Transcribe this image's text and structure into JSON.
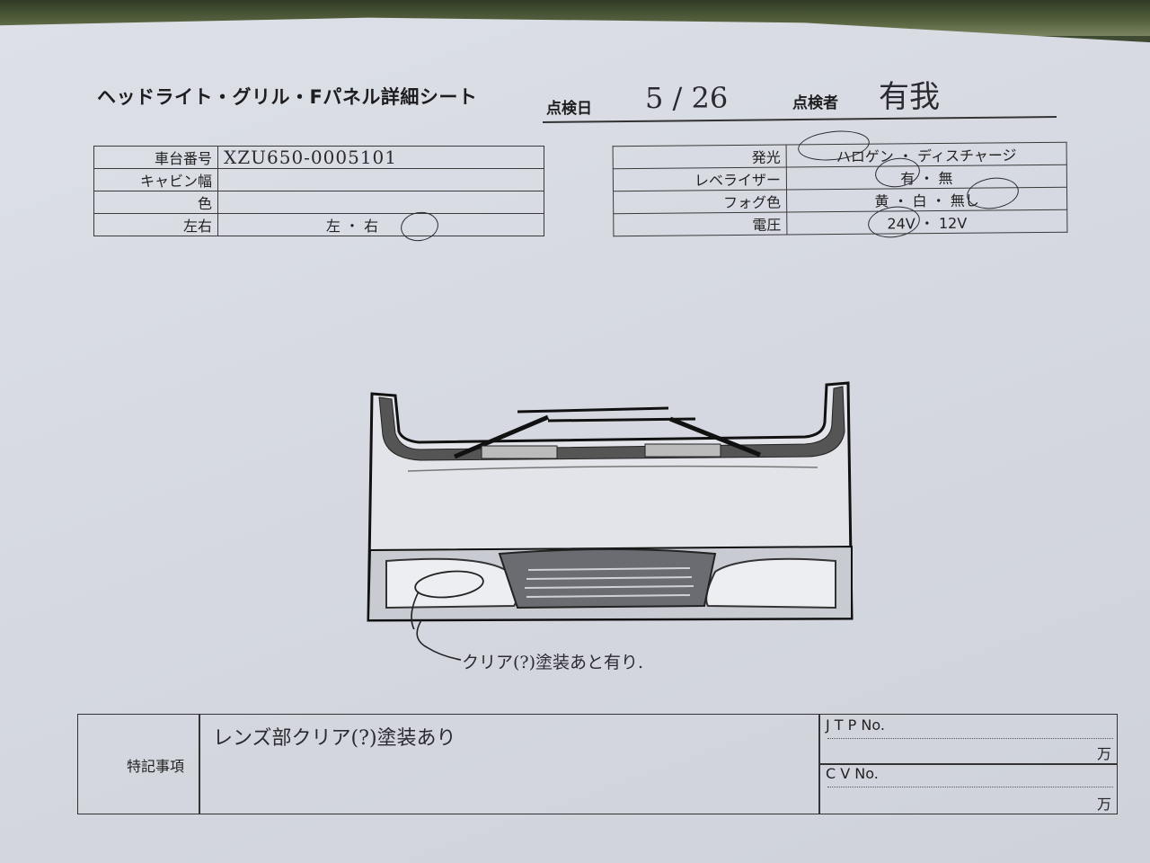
{
  "header": {
    "title": "ヘッドライト・グリル・Fパネル詳細シート",
    "inspection_date_label": "点検日",
    "inspection_date_value": "5 / 26",
    "inspector_label": "点検者",
    "inspector_value": "有我"
  },
  "vehicle_table": {
    "rows": [
      {
        "label": "車台番号",
        "value": "XZU650-0005101"
      },
      {
        "label": "キャビン幅",
        "value": ""
      },
      {
        "label": "色",
        "value": ""
      },
      {
        "label": "左右",
        "value": "左 ・ 右"
      }
    ]
  },
  "light_table": {
    "rows": [
      {
        "label": "発光",
        "value": "ハロゲン ・ ディスチャージ"
      },
      {
        "label": "レベライザー",
        "value": "有 ・ 無"
      },
      {
        "label": "フォグ色",
        "value": "黄 ・ 白 ・ 無し"
      },
      {
        "label": "電圧",
        "value": "24V ・ 12V"
      }
    ]
  },
  "diagram": {
    "annotation": "クリア(?)塗装あと有り."
  },
  "remarks": {
    "label": "特記事項",
    "text": "レンズ部クリア(?)塗装あり",
    "jtp_label": "J T P No.",
    "jtp_unit": "万",
    "cv_label": "C V No.",
    "cv_unit": "万"
  }
}
